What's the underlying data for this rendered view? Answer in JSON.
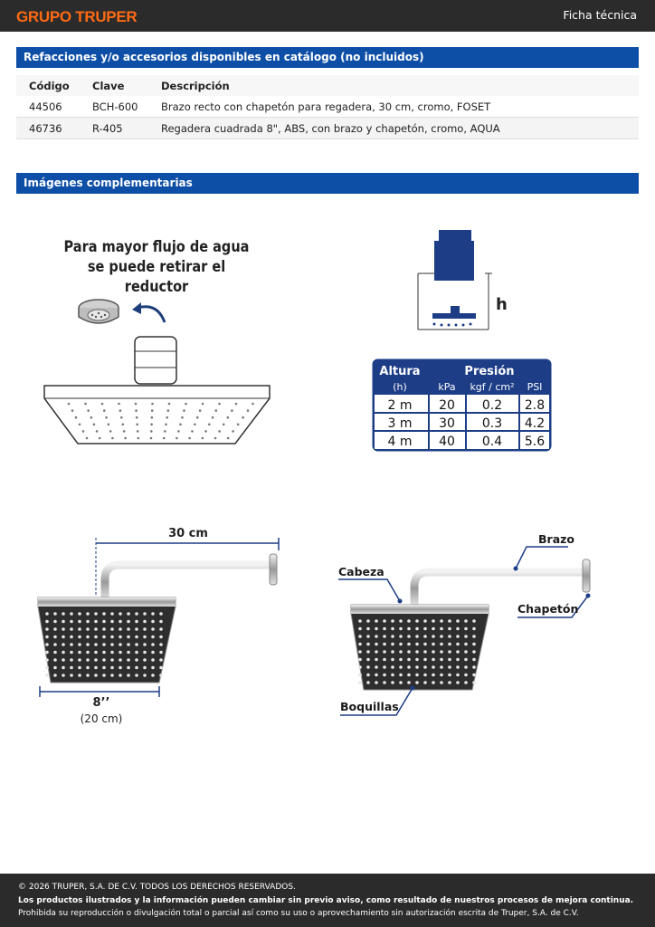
{
  "header": {
    "brand": "GRUPO TRUPER",
    "doc_type": "Ficha técnica"
  },
  "accessories": {
    "title": "Refacciones y/o accesorios disponibles en catálogo (no incluidos)",
    "columns": [
      "Código",
      "Clave",
      "Descripción"
    ],
    "rows": [
      [
        "44506",
        "BCH-600",
        "Brazo recto con chapetón para regadera, 30 cm, cromo, FOSET"
      ],
      [
        "46736",
        "R-405",
        "Regadera cuadrada 8\", ABS, con brazo y chapetón, cromo, AQUA"
      ]
    ]
  },
  "images": {
    "title": "Imágenes complementarias",
    "reducer_caption_line1": "Para mayor flujo de agua",
    "reducer_caption_line2": "se puede retirar el reductor",
    "height_label": "h",
    "pressure_table": {
      "altura_header": "Altura",
      "presion_header": "Presión",
      "sub_headers": [
        "(h)",
        "kPa",
        "kgf / cm²",
        "PSI"
      ],
      "rows": [
        [
          "2 m",
          "20",
          "0.2",
          "2.8"
        ],
        [
          "3 m",
          "30",
          "0.3",
          "4.2"
        ],
        [
          "4 m",
          "40",
          "0.4",
          "5.6"
        ]
      ]
    },
    "arm_length": "30 cm",
    "head_size": "8’’",
    "head_size_cm": "(20 cm)",
    "parts": {
      "brazo": "Brazo",
      "cabeza": "Cabeza",
      "chapeton": "Chapetón",
      "boquillas": "Boquillas"
    }
  },
  "colors": {
    "brand_orange": "#ff6a13",
    "section_blue": "#0d4ea6",
    "dark": "#2b2b2b"
  },
  "footer": {
    "line1": "© 2026 TRUPER, S.A. DE C.V. TODOS LOS DERECHOS RESERVADOS.",
    "line2": "Los productos ilustrados y la información pueden cambiar sin previo aviso, como resultado de nuestros procesos de mejora continua.",
    "line3": "Prohibida su reproducción o divulgación total o parcial así como su uso o aprovechamiento sin autorización escrita de Truper, S.A. de C.V."
  }
}
